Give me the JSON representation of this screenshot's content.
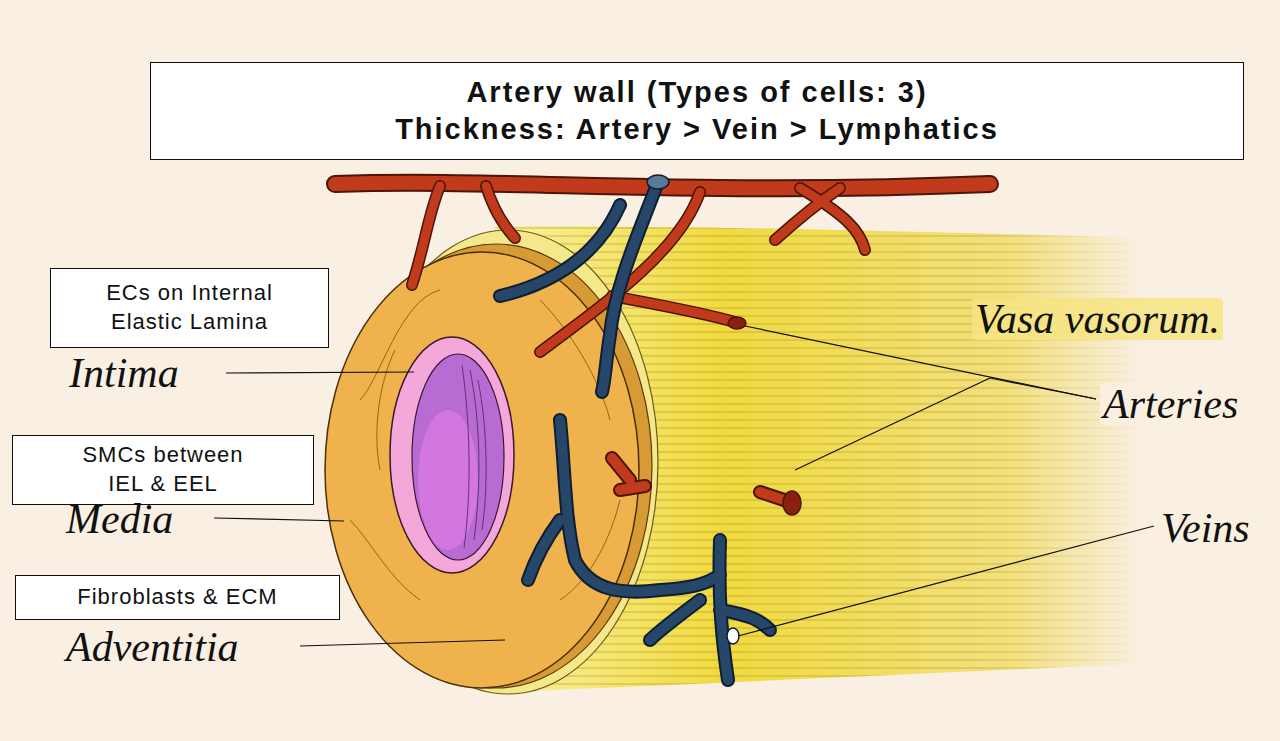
{
  "diagram": {
    "nodes": [
      {
        "text": [
          "Artery wall (Types of cells: 3)",
          "Thickness: Artery > Vein > Lymphatics"
        ]
      },
      {
        "text": [
          "ECs on Internal Elastic Lamina"
        ]
      },
      {
        "text": [
          "SMCs between IEL & EEL"
        ]
      },
      {
        "text": [
          "Fibroblasts & ECM"
        ]
      }
    ],
    "labels": [
      "Intima",
      "Media",
      "Adventitia",
      "Vasa vasorum.",
      "Arteries",
      "Veins"
    ]
  }
}
